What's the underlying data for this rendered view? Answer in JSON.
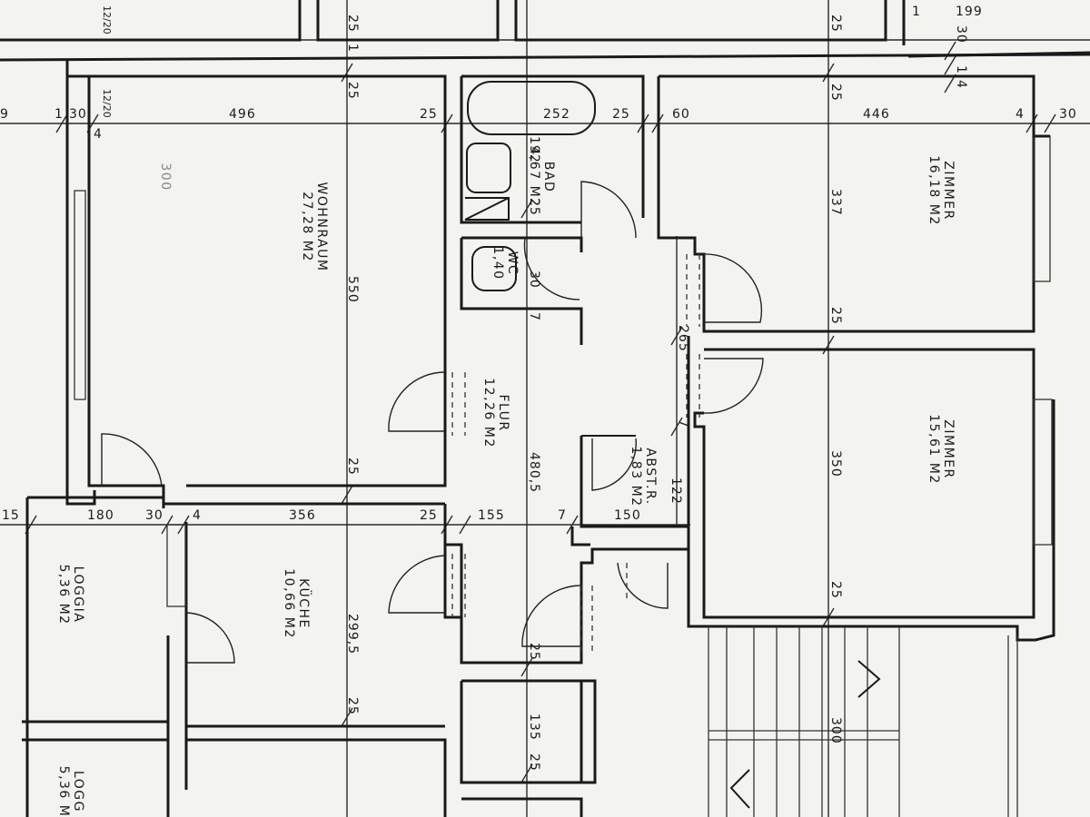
{
  "rooms": {
    "wohnraum": {
      "name": "WOHNRAUM",
      "area": "27,28 M2"
    },
    "bad": {
      "name": "BAD",
      "area": "4,67 M2"
    },
    "wc": {
      "name": "WC",
      "area": "1,40"
    },
    "zimmer1": {
      "name": "ZIMMER",
      "area": "16,18 M2"
    },
    "zimmer2": {
      "name": "ZIMMER",
      "area": "15,61 M2"
    },
    "flur": {
      "name": "FLUR",
      "area": "12,26 M2"
    },
    "abst": {
      "name": "ABST.R.",
      "area": "1,83 M2"
    },
    "kueche": {
      "name": "KÜCHE",
      "area": "10,66 M2"
    },
    "loggia1": {
      "name": "LOGGIA",
      "area": "5,36 M2"
    },
    "loggia2": {
      "name": "LOGG",
      "area": "5,36 M"
    }
  },
  "handwritten": "300",
  "dims": {
    "d_12_20_top": "12/20",
    "d_25_top": "25",
    "d_1_top": "1",
    "d_25_top_right": "25",
    "d_1_far_right": "1",
    "d_199": "199",
    "d_30_right": "30",
    "d_1_right": "1",
    "d_4_right": "4",
    "d_12_20": "12/20",
    "d_25_wohn_top": "25",
    "d_25_zim_top": "25",
    "d_9": "9",
    "d_1_left": "1",
    "d_30_left": "30",
    "d_4_left": "4",
    "d_496": "496",
    "d_25_a": "25",
    "d_252": "252",
    "d_25_b": "25",
    "d_60": "60",
    "d_446": "446",
    "d_4_zim": "4",
    "d_30_zim": "30",
    "d_192": "192",
    "d_25_bad": "25",
    "d_30_wc": "30",
    "d_7_wc": "7",
    "d_550": "550",
    "d_337": "337",
    "d_25_zim_mid": "25",
    "d_265": "265",
    "d_7_flur": "7",
    "d_480_5": "480,5",
    "d_122": "122",
    "d_350": "350",
    "d_25_wohn_bot": "25",
    "d_15": "15",
    "d_180": "180",
    "d_30_b": "30",
    "d_4_b": "4",
    "d_356": "356",
    "d_25_c": "25",
    "d_155": "155",
    "d_7_b": "7",
    "d_150": "150",
    "d_299_5": "299,5",
    "d_25_zim_bot": "25",
    "d_25_flur_bot": "25",
    "d_25_kue_bot": "25",
    "d_135": "135",
    "d_25_d": "25",
    "d_300": "300"
  }
}
